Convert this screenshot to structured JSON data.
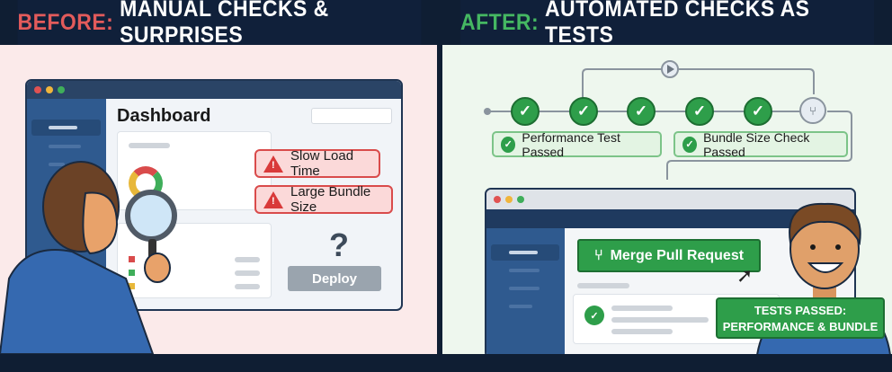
{
  "before": {
    "heading_prefix": "BEFORE:",
    "heading_rest": "MANUAL CHECKS & SURPRISES",
    "accent": "#e05252",
    "dashboard_title": "Dashboard",
    "alerts": [
      "Slow Load Time",
      "Large Bundle Size"
    ],
    "question_mark": "?",
    "deploy_label": "Deploy"
  },
  "after": {
    "heading_prefix": "AFTER:",
    "heading_rest": "AUTOMATED CHECKS AS TESTS",
    "accent": "#3fae5a",
    "checks": [
      "Performance Test Passed",
      "Bundle Size Check Passed"
    ],
    "merge_label": "Merge Pull Request",
    "badge_line1": "TESTS PASSED:",
    "badge_line2": "PERFORMANCE & BUNDLE"
  }
}
